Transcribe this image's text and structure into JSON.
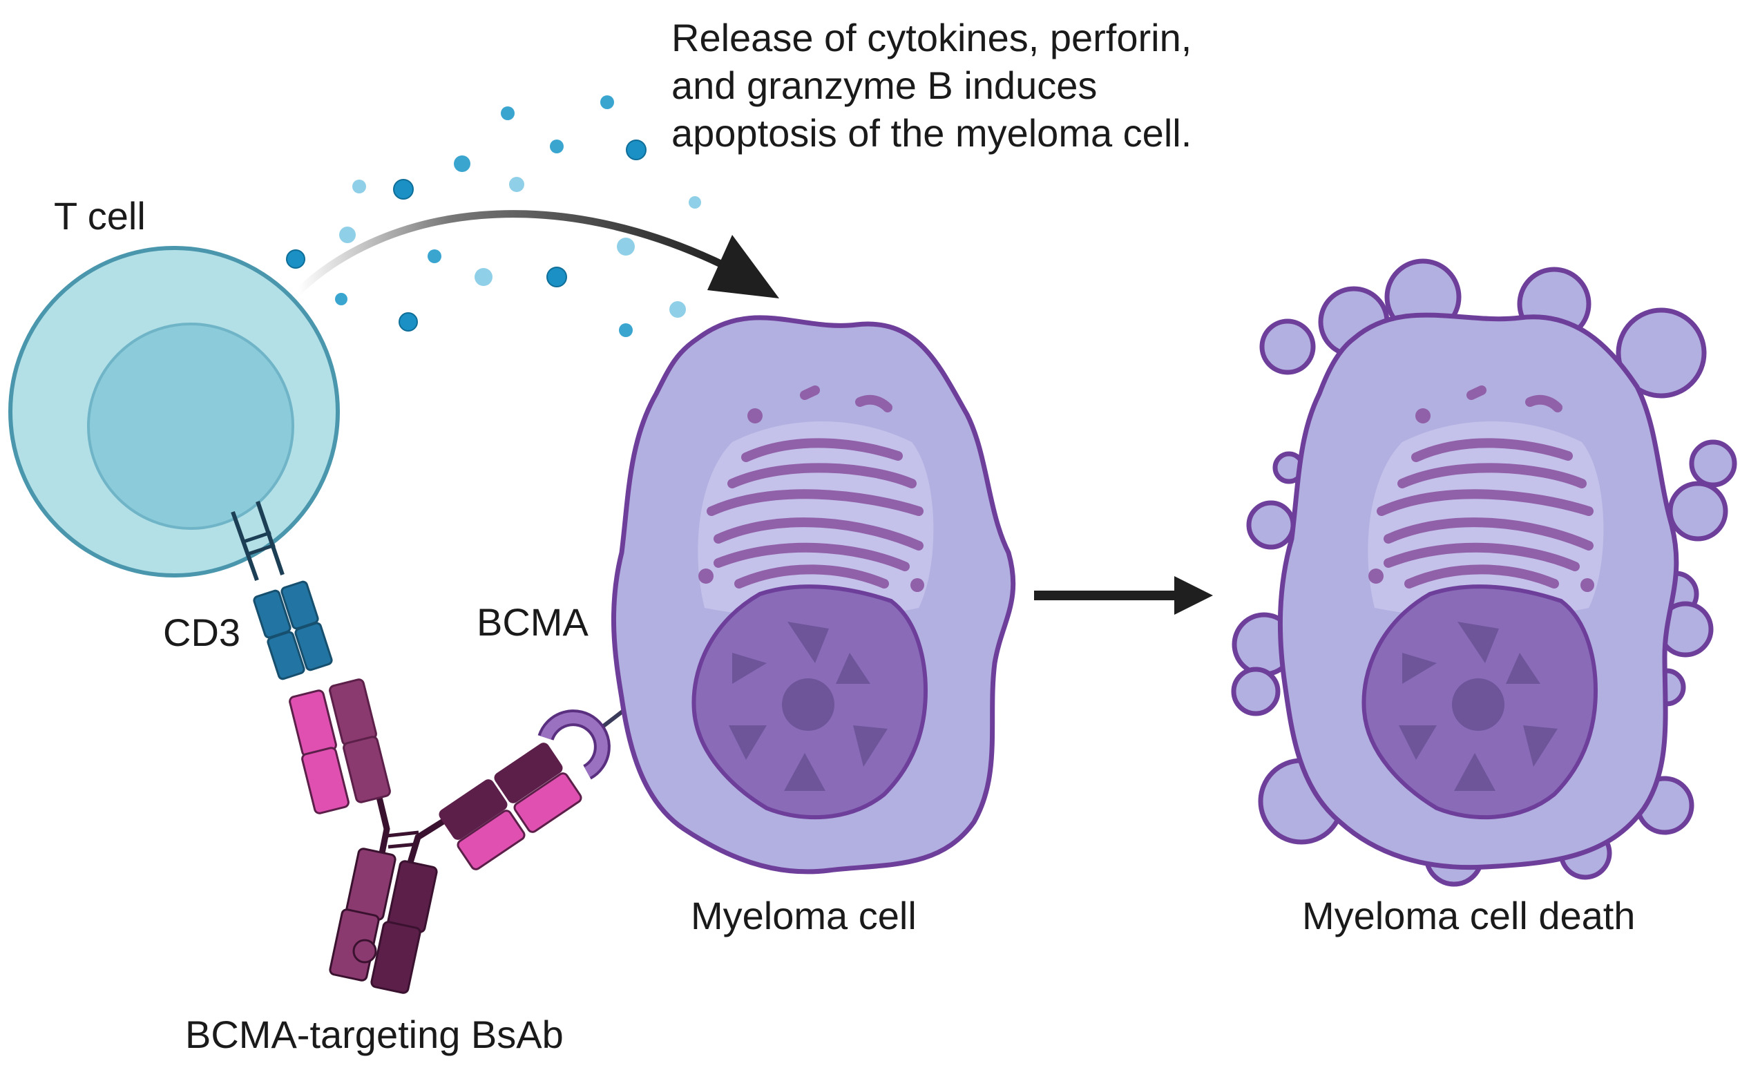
{
  "labels": {
    "t_cell": "T cell",
    "cd3": "CD3",
    "bcma": "BCMA",
    "bsab": "BCMA-targeting BsAb",
    "myeloma_cell": "Myeloma cell",
    "myeloma_death": "Myeloma cell death",
    "release_line1": "Release of cytokines, perforin,",
    "release_line2": "and granzyme B induces",
    "release_line3": "apoptosis of the myeloma cell."
  },
  "colors": {
    "t_cell_fill": "#b2e0e6",
    "t_cell_outline": "#4a97ad",
    "t_cell_nucleus": "#8ccbd9",
    "cd3": "#2275a3",
    "myeloma_fill": "#b2b0e0",
    "myeloma_outline": "#6e3f9a",
    "myeloma_nucleus": "#8a6bb8",
    "antibody_dark": "#5c1f4a",
    "antibody_mid": "#8a3a6e",
    "antibody_pink": "#e050b0",
    "granule_dark": "#1a90c4",
    "granule_light": "#8fd0e8",
    "arrow": "#1f1f1f"
  },
  "icons": [
    "t-cell-icon",
    "myeloma-cell-icon",
    "dying-myeloma-cell-icon",
    "bispecific-antibody-icon",
    "cd3-receptor-icon",
    "bcma-receptor-icon",
    "granule-icons",
    "curved-arrow-icon",
    "right-arrow-icon"
  ]
}
